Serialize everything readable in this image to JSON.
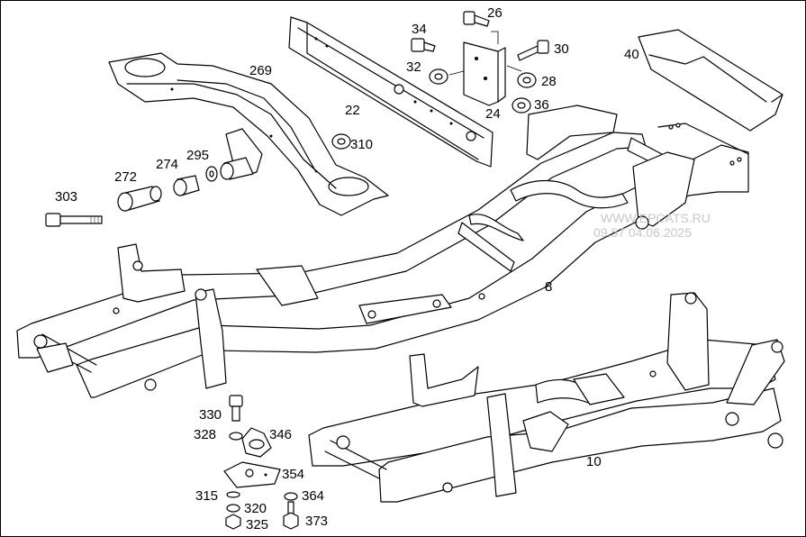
{
  "callouts": [
    "26",
    "34",
    "30",
    "32",
    "28",
    "40",
    "269",
    "22",
    "24",
    "36",
    "310",
    "295",
    "274",
    "272",
    "303",
    "8",
    "330",
    "328",
    "346",
    "354",
    "315",
    "364",
    "320",
    "325",
    "373",
    "10"
  ],
  "watermark": {
    "line1": "WWW.EPCATS.RU",
    "line2": "09.57 04.06.2025"
  }
}
